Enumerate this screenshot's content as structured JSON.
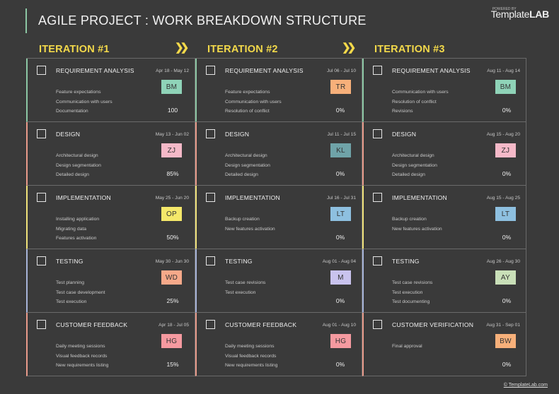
{
  "header": {
    "title": "AGILE PROJECT : WORK BREAKDOWN STRUCTURE"
  },
  "logo": {
    "small_text": "POWERED BY",
    "brand_part1": "Template",
    "brand_part2": "LAB"
  },
  "chevron": "❯❯",
  "footer": {
    "link": "© TemplateLab.com"
  },
  "colors": {
    "background": "#3a3a3a",
    "heading": "#f3d94a",
    "row_accents": [
      "#8cc7a4",
      "#e89a8a",
      "#f0e27a",
      "#a7b4d9",
      "#e89a8a"
    ]
  },
  "iterations": [
    {
      "label": "ITERATION #1",
      "tasks": [
        {
          "name": "REQUIREMENT ANALYSIS",
          "dates": "Apr 18 - May 12",
          "subtasks": [
            "Feature expectations",
            "Communication with users",
            "Documentation"
          ],
          "assignee": "BM",
          "badge_color": "#8fd3b8",
          "progress": "100"
        },
        {
          "name": "DESIGN",
          "dates": "May 13 - Jun 02",
          "subtasks": [
            "Architectural design",
            "Design segmentation",
            "Detailed design"
          ],
          "assignee": "ZJ",
          "badge_color": "#f5b9c8",
          "progress": "85%"
        },
        {
          "name": "IMPLEMENTATION",
          "dates": "May 25 - Jun 20",
          "subtasks": [
            "Installing application",
            "Migrating data",
            "Features activation"
          ],
          "assignee": "OP",
          "badge_color": "#f5e86a",
          "progress": "50%"
        },
        {
          "name": "TESTING",
          "dates": "May 30 - Jun 30",
          "subtasks": [
            "Test planning",
            "Test case development",
            "Test execution"
          ],
          "assignee": "WD",
          "badge_color": "#f7a98a",
          "progress": "25%"
        },
        {
          "name": "CUSTOMER FEEDBACK",
          "dates": "Apr 18 - Jul 05",
          "subtasks": [
            "Daily meeting sessions",
            "Visual feedback records",
            "New requirements listing"
          ],
          "assignee": "HG",
          "badge_color": "#f59aa0",
          "progress": "15%"
        }
      ]
    },
    {
      "label": "ITERATION #2",
      "tasks": [
        {
          "name": "REQUIREMENT ANALYSIS",
          "dates": "Jul 06 - Jul 10",
          "subtasks": [
            "Feature expectations",
            "Communication with users",
            "Resolution of conflict"
          ],
          "assignee": "TR",
          "badge_color": "#f7b07a",
          "progress": "0%"
        },
        {
          "name": "DESIGN",
          "dates": "Jul 11 - Jul 15",
          "subtasks": [
            "Architectural design",
            "Design segmentation",
            "Detailed design"
          ],
          "assignee": "KL",
          "badge_color": "#6fa3a8",
          "progress": "0%"
        },
        {
          "name": "IMPLEMENTATION",
          "dates": "Jul 16 - Jul 31",
          "subtasks": [
            "Backup creation",
            "New features activation"
          ],
          "assignee": "LT",
          "badge_color": "#8ec0e0",
          "progress": "0%"
        },
        {
          "name": "TESTING",
          "dates": "Aug 01 - Aug 04",
          "subtasks": [
            "Test case revisions",
            "Test execution"
          ],
          "assignee": "M",
          "badge_color": "#c9c3ee",
          "progress": "0%"
        },
        {
          "name": "CUSTOMER FEEDBACK",
          "dates": "Aug 01 - Aug 10",
          "subtasks": [
            "Daily meeting sessions",
            "Visual feedback records",
            "New requirements listing"
          ],
          "assignee": "HG",
          "badge_color": "#f59aa0",
          "progress": "0%"
        }
      ]
    },
    {
      "label": "ITERATION #3",
      "tasks": [
        {
          "name": "REQUIREMENT ANALYSIS",
          "dates": "Aug 11 - Aug 14",
          "subtasks": [
            "Communication with users",
            "Resolution of conflict",
            "Revisions"
          ],
          "assignee": "BM",
          "badge_color": "#8fd3b8",
          "progress": "0%"
        },
        {
          "name": "DESIGN",
          "dates": "Aug 15 - Aug 20",
          "subtasks": [
            "Architectural design",
            "Design segmentation",
            "Detailed design"
          ],
          "assignee": "ZJ",
          "badge_color": "#f5b9c8",
          "progress": "0%"
        },
        {
          "name": "IMPLEMENTATION",
          "dates": "Aug 15 - Aug 25",
          "subtasks": [
            "Backup creation",
            "New features activation"
          ],
          "assignee": "LT",
          "badge_color": "#8ec0e0",
          "progress": "0%"
        },
        {
          "name": "TESTING",
          "dates": "Aug 26 - Aug 30",
          "subtasks": [
            "Test case revisions",
            "Test execution",
            "Test documenting"
          ],
          "assignee": "AY",
          "badge_color": "#c9dfb8",
          "progress": "0%"
        },
        {
          "name": "CUSTOMER VERIFICATION",
          "dates": "Aug 31 - Sep 01",
          "subtasks": [
            "Final approval"
          ],
          "assignee": "BW",
          "badge_color": "#f7b07a",
          "progress": "0%"
        }
      ]
    }
  ]
}
